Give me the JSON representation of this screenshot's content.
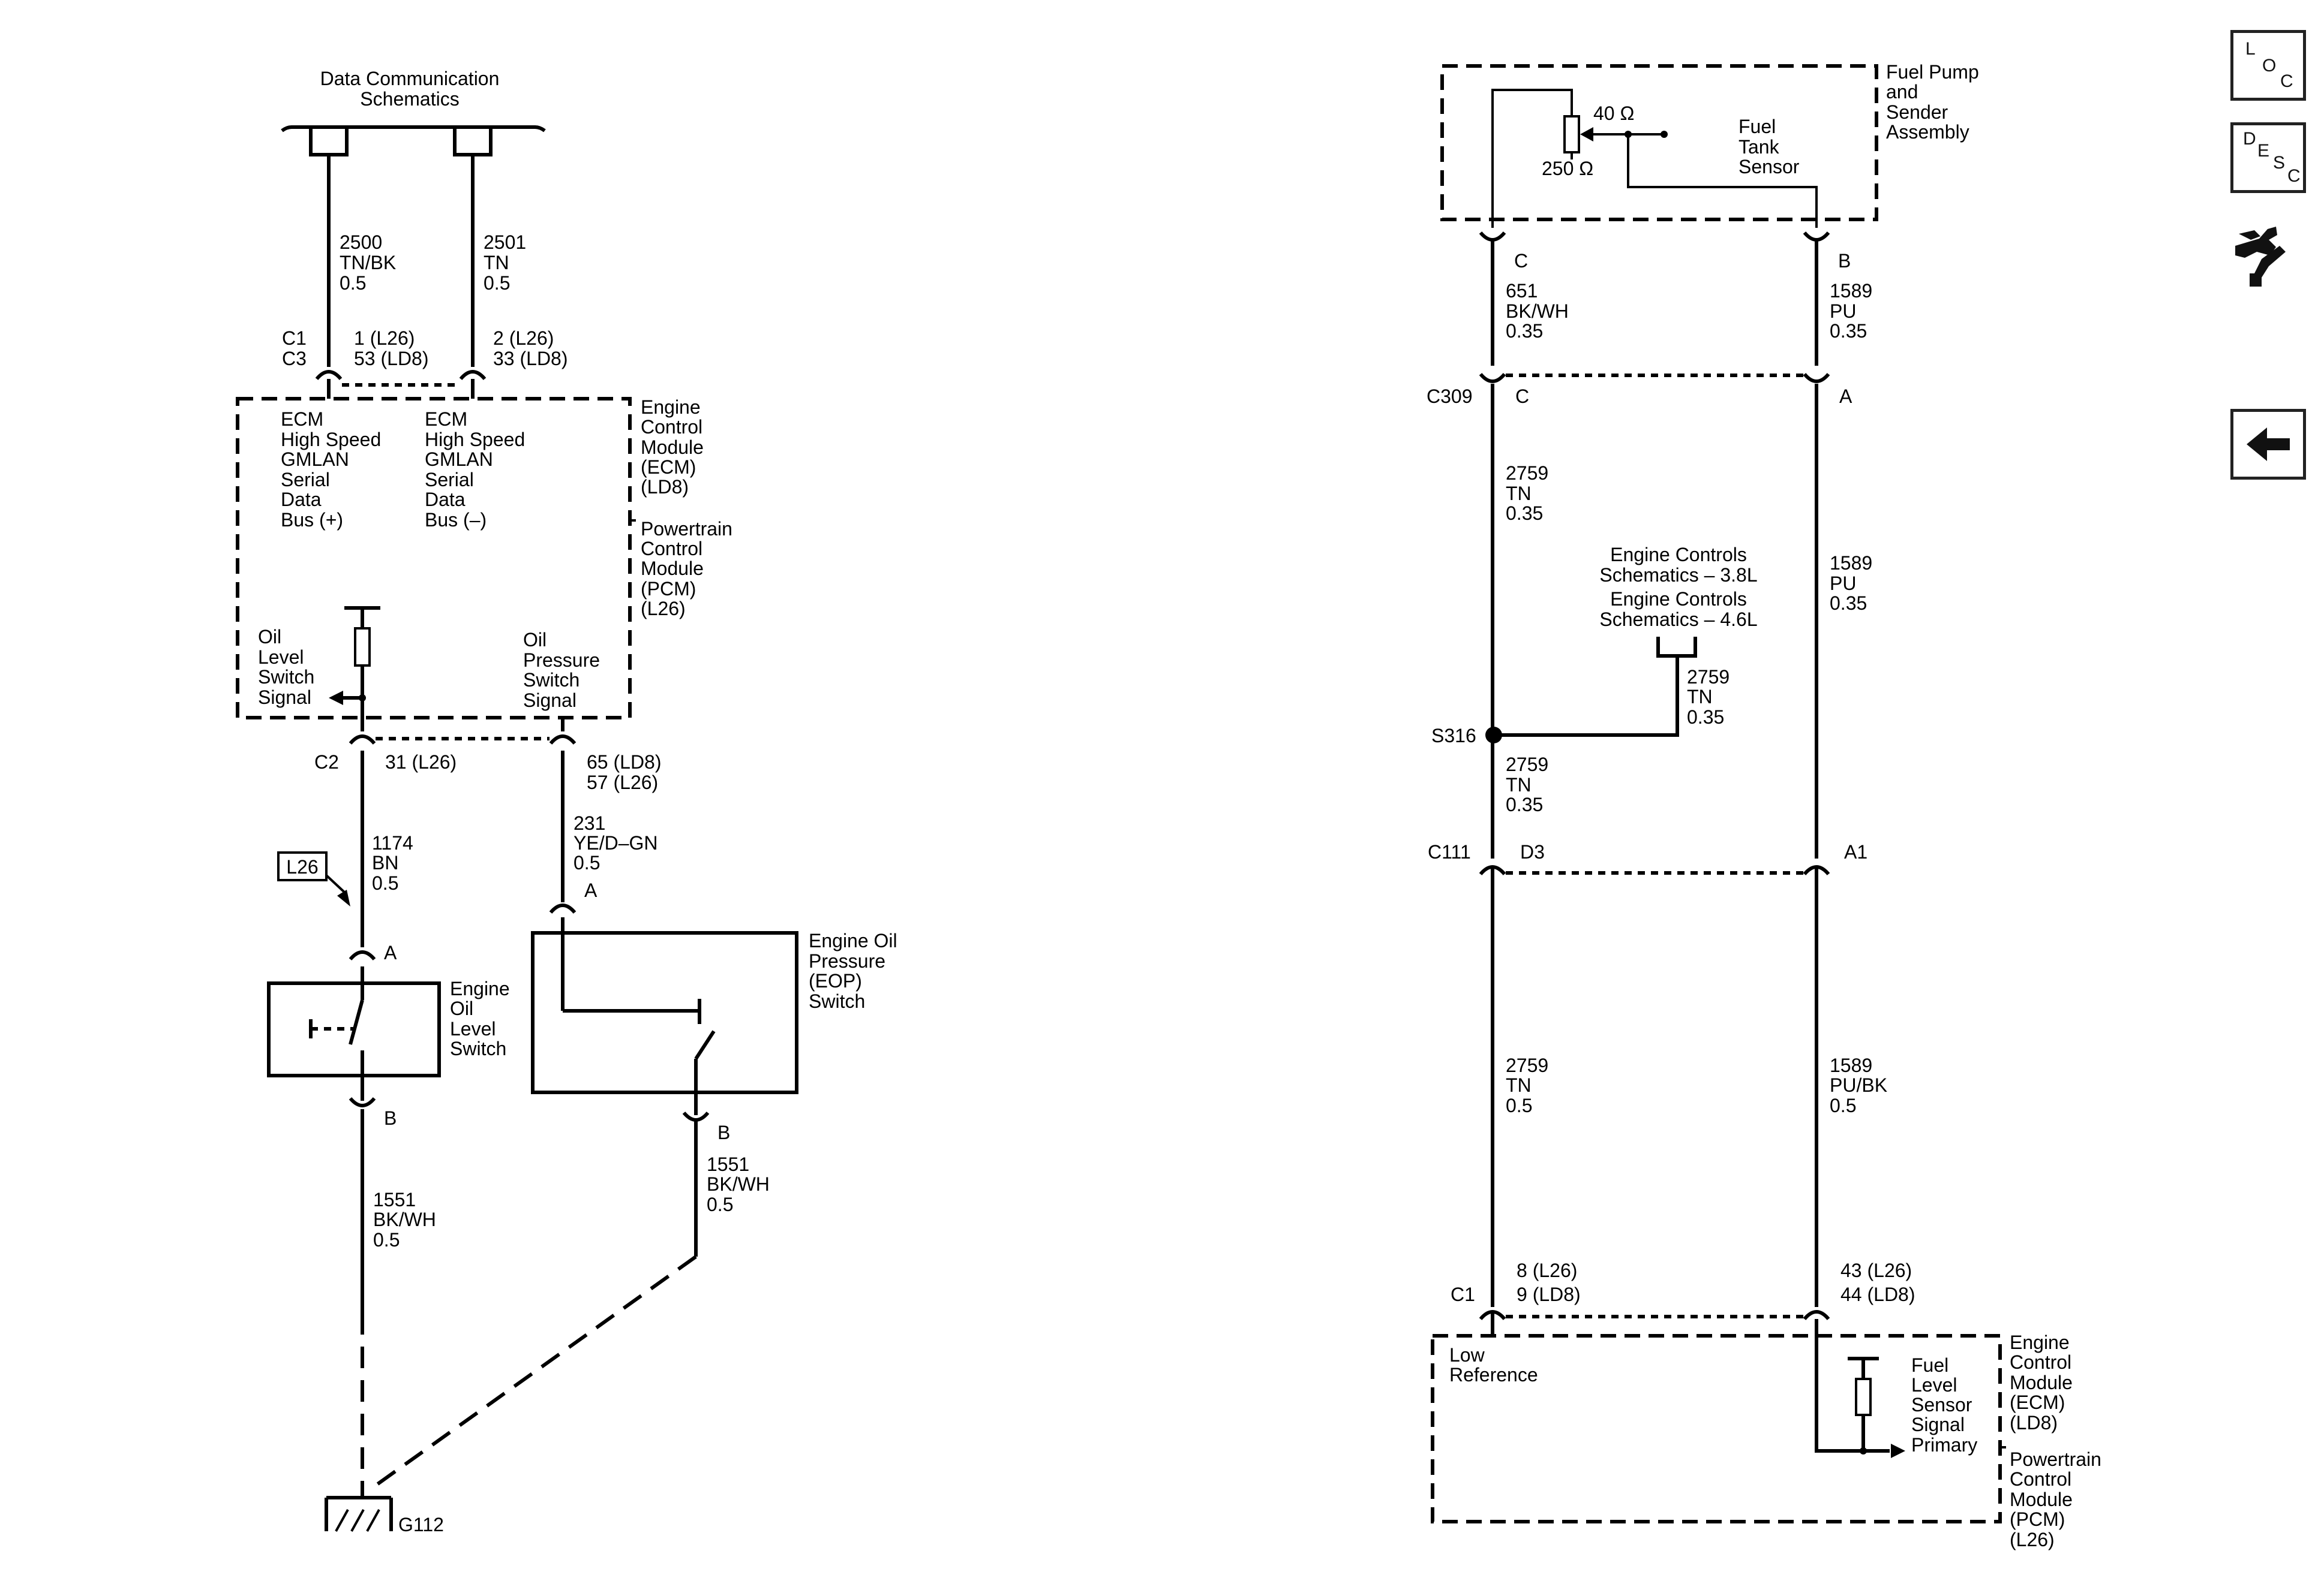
{
  "left": {
    "data_comm": {
      "line1": "Data Communication",
      "line2": "Schematics"
    },
    "wire2500": {
      "num": "2500",
      "color": "TN/BK",
      "gauge": "0.5"
    },
    "wire2501": {
      "num": "2501",
      "color": "TN",
      "gauge": "0.5"
    },
    "c1c3": {
      "c1": "C1",
      "c3": "C3",
      "pin1": "1 (L26)",
      "pin53": "53 (LD8)",
      "pin2": "2 (L26)",
      "pin33": "33 (LD8)"
    },
    "ecm_title": [
      "Engine",
      "Control",
      "Module",
      "(ECM)",
      "(LD8)"
    ],
    "pcm_title": [
      "Powertrain",
      "Control",
      "Module",
      "(PCM)",
      "(L26)"
    ],
    "bus_plus": [
      "ECM",
      "High Speed",
      "GMLAN",
      "Serial",
      "Data",
      "Bus (+)"
    ],
    "bus_minus": [
      "ECM",
      "High Speed",
      "GMLAN",
      "Serial",
      "Data",
      "Bus (–)"
    ],
    "oil_level_sig": [
      "Oil",
      "Level",
      "Switch",
      "Signal"
    ],
    "oil_press_sig": [
      "Oil",
      "Pressure",
      "Switch",
      "Signal"
    ],
    "c2": {
      "name": "C2",
      "pin31": "31 (L26)",
      "pin65": "65 (LD8)",
      "pin57": "57 (L26)"
    },
    "wire1174": {
      "num": "1174",
      "color": "BN",
      "gauge": "0.5"
    },
    "wire231": {
      "num": "231",
      "color": "YE/D–GN",
      "gauge": "0.5"
    },
    "l26_tag": "L26",
    "eol_switch": {
      "a": "A",
      "b": "B",
      "name": [
        "Engine",
        "Oil",
        "Level",
        "Switch"
      ]
    },
    "eop_switch": {
      "a": "A",
      "b": "B",
      "name": [
        "Engine Oil",
        "Pressure",
        "(EOP)",
        "Switch"
      ]
    },
    "wire1551a": {
      "num": "1551",
      "color": "BK/WH",
      "gauge": "0.5"
    },
    "wire1551b": {
      "num": "1551",
      "color": "BK/WH",
      "gauge": "0.5"
    },
    "ground": "G112"
  },
  "right": {
    "fuel_pump": [
      "Fuel Pump",
      "and",
      "Sender",
      "Assembly"
    ],
    "ohm40": "40 Ω",
    "ohm250": "250 Ω",
    "fuel_tank_sensor": [
      "Fuel",
      "Tank",
      "Sensor"
    ],
    "pin_c_top": "C",
    "pin_b_top": "B",
    "wire651": {
      "num": "651",
      "color": "BK/WH",
      "gauge": "0.35"
    },
    "wire1589a": {
      "num": "1589",
      "color": "PU",
      "gauge": "0.35"
    },
    "c309": {
      "name": "C309",
      "c": "C",
      "a": "A"
    },
    "wire2759a": {
      "num": "2759",
      "color": "TN",
      "gauge": "0.35"
    },
    "wire1589b": {
      "num": "1589",
      "color": "PU",
      "gauge": "0.35"
    },
    "ec38": [
      "Engine Controls",
      "Schematics – 3.8L"
    ],
    "ec46": [
      "Engine Controls",
      "Schematics – 4.6L"
    ],
    "wire2759b": {
      "num": "2759",
      "color": "TN",
      "gauge": "0.35"
    },
    "s316": "S316",
    "wire2759c": {
      "num": "2759",
      "color": "TN",
      "gauge": "0.35"
    },
    "c111": {
      "name": "C111",
      "d3": "D3",
      "a1": "A1"
    },
    "wire2759d": {
      "num": "2759",
      "color": "TN",
      "gauge": "0.5"
    },
    "wire1589c": {
      "num": "1589",
      "color": "PU/BK",
      "gauge": "0.5"
    },
    "c1": {
      "name": "C1",
      "pin8": "8 (L26)",
      "pin9": "9 (LD8)",
      "pin43": "43 (L26)",
      "pin44": "44 (LD8)"
    },
    "low_ref": [
      "Low",
      "Reference"
    ],
    "fuel_level_sig": [
      "Fuel",
      "Level",
      "Sensor",
      "Signal",
      "Primary"
    ],
    "ecm_title": [
      "Engine",
      "Control",
      "Module",
      "(ECM)",
      "(LD8)"
    ],
    "pcm_title": [
      "Powertrain",
      "Control",
      "Module",
      "(PCM)",
      "(L26)"
    ]
  },
  "nav": {
    "loc": {
      "l": "L",
      "o": "O",
      "c": "C"
    },
    "desc": {
      "d": "D",
      "e": "E",
      "s": "S",
      "c": "C"
    }
  }
}
